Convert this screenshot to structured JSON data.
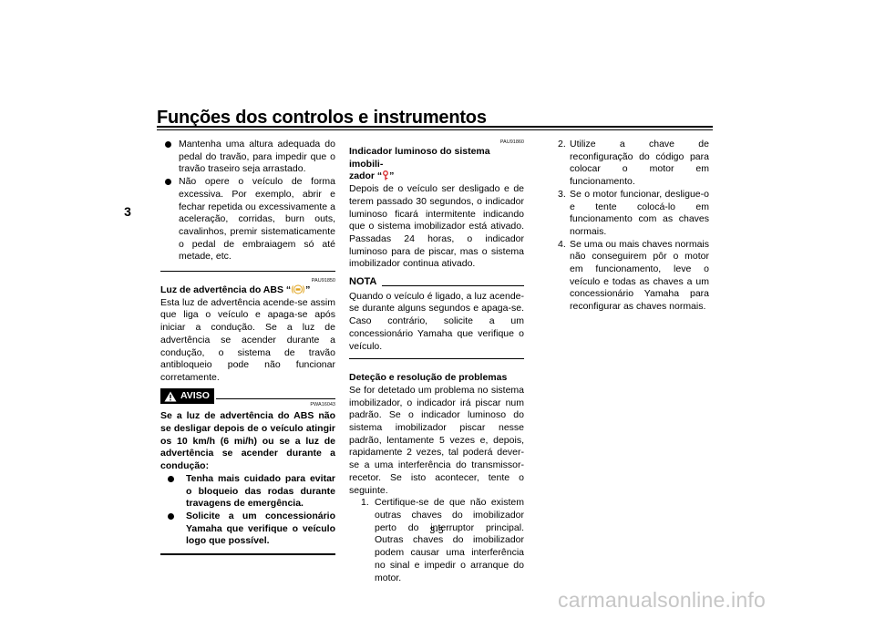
{
  "header": {
    "title": "Funções dos controlos e instrumentos",
    "chapter": "3"
  },
  "col1": {
    "bullets": [
      "Mantenha uma altura adequada do pedal do travão, para impedir que o travão traseiro seja arrastado.",
      "Não opere o veículo de forma excessiva. Por exemplo, abrir e fechar repetida ou excessivamente a aceleração, corridas, burn outs, cavalinhos, premir sistematicamente o pedal de embraiagem só até metade, etc."
    ],
    "abs": {
      "code": "PAU91850",
      "heading_pre": "Luz de advertência do ABS “",
      "heading_post": "”",
      "icon": "abs-warning-icon",
      "body": "Esta luz de advertência acende-se assim que liga o veículo e apaga-se após iniciar a condução. Se a luz de advertência se acender durante a condução, o sistema de travão antibloqueio pode não funcionar corretamente."
    },
    "aviso": {
      "label": "AVISO",
      "code": "PWA16043",
      "intro": "Se a luz de advertência do ABS não se desligar depois de o veículo atingir os 10 km/h (6 mi/h) ou se a luz de advertência se acender durante a condução:",
      "bullets": [
        "Tenha mais cuidado para evitar o bloqueio das rodas durante travagens de emergência.",
        "Solicite a um concessionário Yamaha que verifique o veículo logo que possível."
      ]
    }
  },
  "col2": {
    "code": "PAU91860",
    "heading_line1": "Indicador luminoso do sistema imobili-",
    "heading_line2_pre": "zador “",
    "heading_line2_post": "”",
    "icon": "immobilizer-key-icon",
    "body": "Depois de o veículo ser desligado e de terem passado 30 segundos, o indicador luminoso ficará intermitente indicando que o sistema imobilizador está ativado. Passadas 24 horas, o indicador luminoso para de piscar, mas o sistema imobilizador continua ativado.",
    "nota": {
      "label": "NOTA",
      "body": "Quando o veículo é ligado, a luz acende-se durante alguns segundos e apaga-se. Caso contrário, solicite a um concessionário Yamaha que verifique o veículo."
    },
    "detect": {
      "heading": "Deteção e resolução de problemas",
      "body": "Se for detetado um problema no sistema imobilizador, o indicador irá piscar num padrão. Se o indicador luminoso do sistema imobilizador piscar nesse padrão, lentamente 5 vezes e, depois, rapidamente 2 vezes, tal poderá dever-se a uma interferência do transmissor-recetor. Se isto acontecer, tente o seguinte.",
      "steps": [
        {
          "n": "1.",
          "text": "Certifique-se de que não existem outras chaves do imobilizador perto do interruptor principal. Outras chaves do imobilizador podem causar uma interferência no sinal e impedir o arranque do motor."
        }
      ]
    }
  },
  "col3": {
    "steps": [
      {
        "n": "2.",
        "text": "Utilize a chave de reconfiguração do código para colocar o motor em funcionamento."
      },
      {
        "n": "3.",
        "text": "Se o motor funcionar, desligue-o e tente colocá-lo em funcionamento com as chaves normais."
      },
      {
        "n": "4.",
        "text": "Se uma ou mais chaves normais não conseguirem pôr o motor em funcionamento, leve o veículo e todas as chaves a um concessionário Yamaha para reconfigurar as chaves normais."
      }
    ]
  },
  "footer": {
    "page_number": "3-5",
    "watermark": "carmanualsonline.info"
  },
  "colors": {
    "text": "#000000",
    "icon_amber": "#e0a21a",
    "icon_red": "#d8282c",
    "watermark": "#c6c6c6"
  }
}
